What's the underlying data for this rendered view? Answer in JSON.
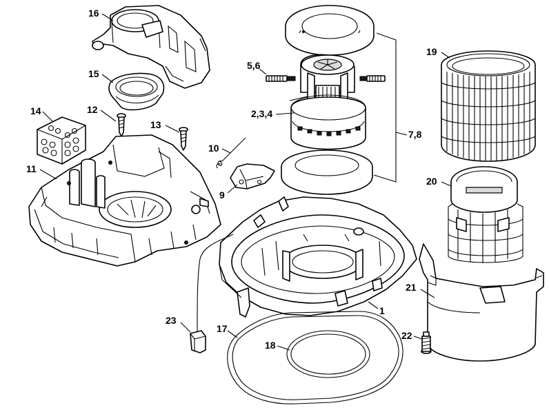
{
  "callouts": {
    "c1": "1",
    "c234": "2,3,4",
    "c56": "5,6",
    "c78": "7,8",
    "c9": "9",
    "c10": "10",
    "c11": "11",
    "c12": "12",
    "c13": "13",
    "c14": "14",
    "c15": "15",
    "c16": "16",
    "c17": "17",
    "c18": "18",
    "c19": "19",
    "c20": "20",
    "c21": "21",
    "c22": "22",
    "c23": "23"
  }
}
